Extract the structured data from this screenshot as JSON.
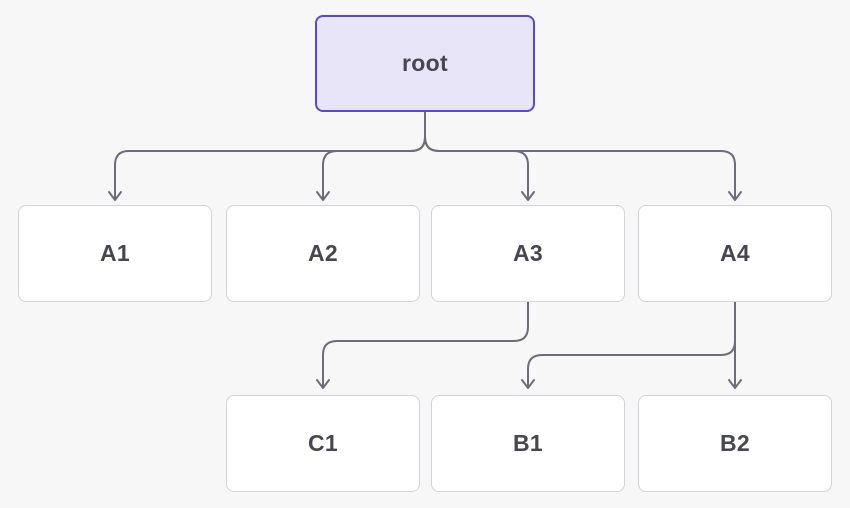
{
  "diagram": {
    "nodes": [
      {
        "id": "root",
        "label": "root",
        "type": "root"
      },
      {
        "id": "A1",
        "label": "A1",
        "type": "default"
      },
      {
        "id": "A2",
        "label": "A2",
        "type": "default"
      },
      {
        "id": "A3",
        "label": "A3",
        "type": "default"
      },
      {
        "id": "A4",
        "label": "A4",
        "type": "default"
      },
      {
        "id": "C1",
        "label": "C1",
        "type": "default"
      },
      {
        "id": "B1",
        "label": "B1",
        "type": "default"
      },
      {
        "id": "B2",
        "label": "B2",
        "type": "default"
      }
    ],
    "edges": [
      {
        "from": "root",
        "to": "A1"
      },
      {
        "from": "root",
        "to": "A2"
      },
      {
        "from": "root",
        "to": "A3"
      },
      {
        "from": "root",
        "to": "A4"
      },
      {
        "from": "A3",
        "to": "C1"
      },
      {
        "from": "A4",
        "to": "B1"
      },
      {
        "from": "A4",
        "to": "B2"
      }
    ],
    "colors": {
      "background": "#f7f7f8",
      "node_fill": "#ffffff",
      "node_border": "#d3d3da",
      "root_fill": "#e9e5f8",
      "root_border": "#5b49c9",
      "edge": "#6d6d7a",
      "label": "#47474f"
    }
  }
}
